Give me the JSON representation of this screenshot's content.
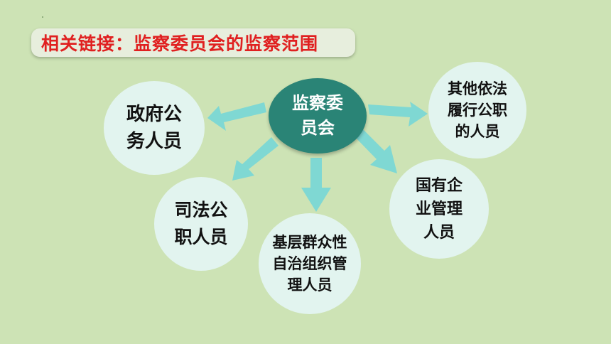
{
  "title": "相关链接：监察委员会的监察范围",
  "center": "监察委\n员会",
  "nodes": {
    "civil_servants": "政府公\n务人员",
    "judicial": "司法公\n职人员",
    "grassroots": "基层群众性\n自治组织管\n理人员",
    "state_enterprise": "国有企\n业管理\n人员",
    "others": "其他依法\n履行公职\n的人员"
  },
  "colors": {
    "background": "#cde3b5",
    "title_text": "#e02020",
    "center_fill": "#2a8476",
    "node_fill": "#e2f4ef",
    "arrow": "#7fd8d3"
  }
}
